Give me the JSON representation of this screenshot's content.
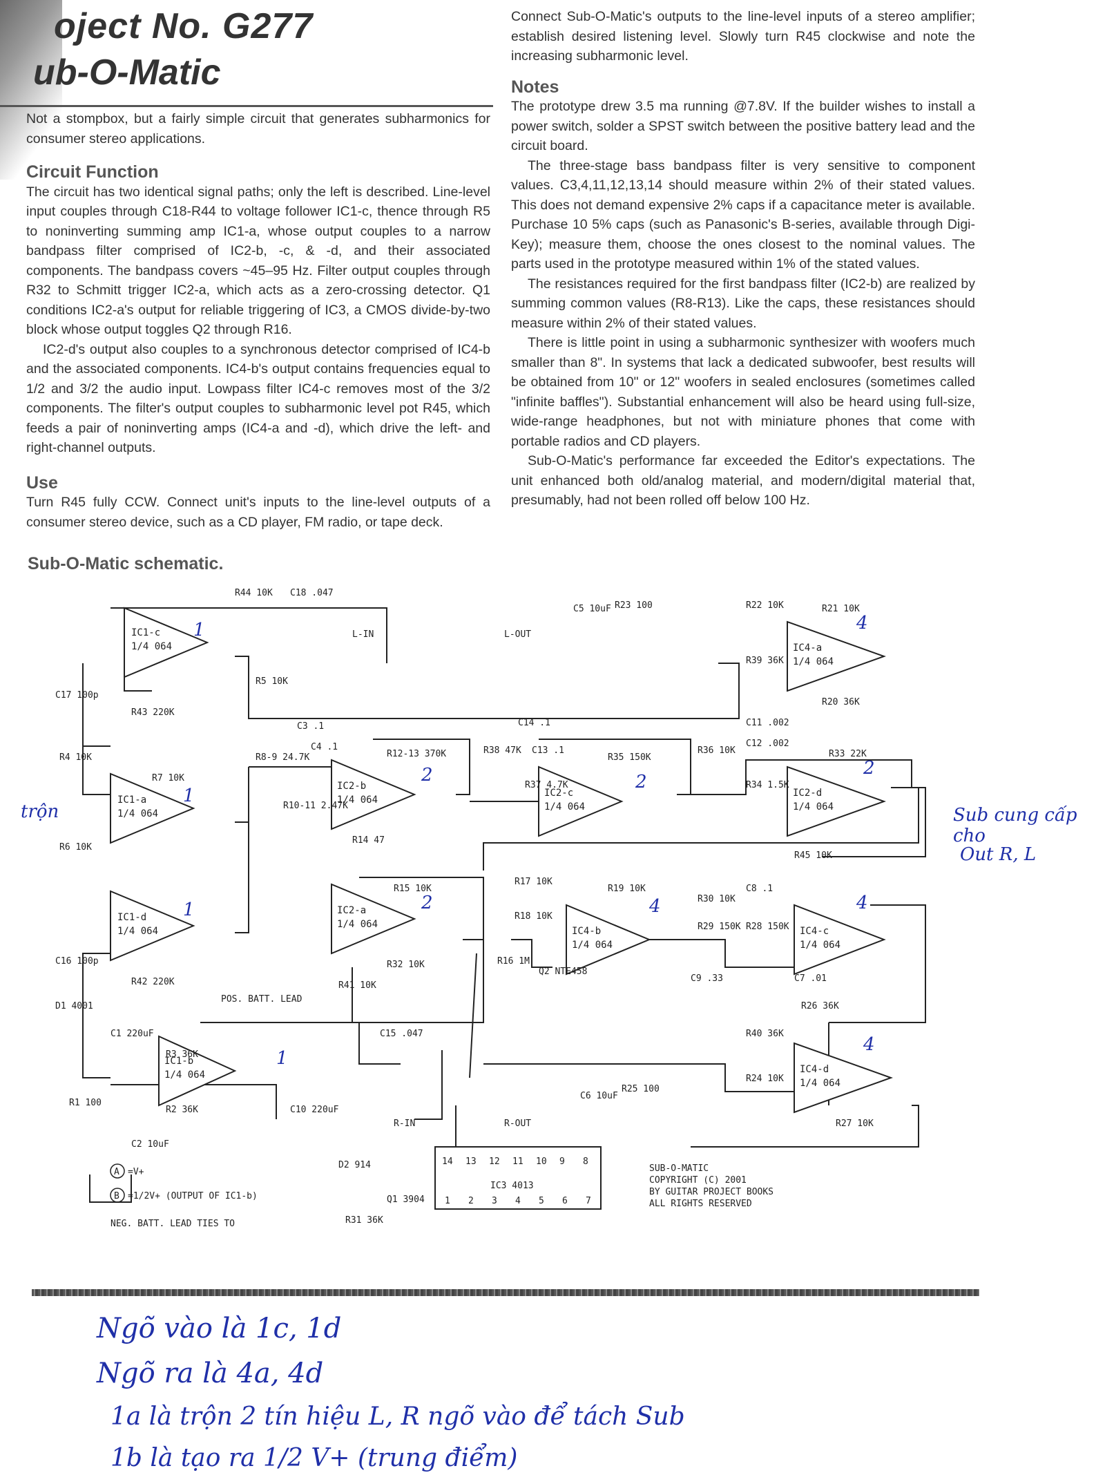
{
  "header": {
    "project_label": "oject No. G277",
    "project_name": "ub-O-Matic"
  },
  "left_column": {
    "intro": "Not a stompbox, but a fairly simple circuit that generates subharmonics for consumer stereo applications.",
    "circuit_function_heading": "Circuit Function",
    "circuit_function_p1": "The circuit has two identical signal paths; only the left is described. Line-level input couples through C18-R44 to voltage follower IC1-c, thence through R5 to noninverting summing amp IC1-a, whose output couples to a narrow bandpass filter comprised of IC2-b, -c, & -d, and their associated components. The bandpass covers ~45–95 Hz. Filter output couples through R32 to Schmitt trigger IC2-a, which acts as a zero-crossing detector. Q1 conditions IC2-a's output for reliable triggering of IC3, a CMOS divide-by-two block whose output toggles Q2 through R16.",
    "circuit_function_p2": "IC2-d's output also couples to a synchronous detector comprised of IC4-b and the associated components. IC4-b's output contains frequencies equal to 1/2 and 3/2 the audio input. Lowpass filter IC4-c removes most of the 3/2 components. The filter's output couples to subharmonic level pot R45, which feeds a pair of noninverting amps (IC4-a and -d), which drive the left- and right-channel outputs.",
    "use_heading": "Use",
    "use_p1": "Turn R45 fully CCW. Connect unit's inputs to the line-level outputs of a consumer stereo device, such as a CD player, FM radio, or tape deck."
  },
  "right_column": {
    "use_p2": "Connect Sub-O-Matic's outputs to the line-level inputs of a stereo amplifier; establish desired listening level. Slowly turn R45 clockwise and note the increasing subharmonic level.",
    "notes_heading": "Notes",
    "notes_p1": "The prototype drew 3.5 ma running @7.8V. If the builder wishes to install a power switch, solder a SPST switch between the positive battery lead and the circuit board.",
    "notes_p2": "The three-stage bass bandpass filter is very sensitive to component values. C3,4,11,12,13,14 should measure within 2% of their stated values. This does not demand expensive 2% caps if a capacitance meter is available. Purchase 10 5% caps (such as Panasonic's B-series, available through Digi-Key); measure them, choose the ones closest to the nominal values. The parts used in the prototype measured within 1% of the stated values.",
    "notes_p3": "The resistances required for the first bandpass filter (IC2-b) are realized by summing common values (R8-R13). Like the caps, these resistances should measure within 2% of their stated values.",
    "notes_p4": "There is little point in using a subharmonic synthesizer with woofers much smaller than 8\". In systems that lack a dedicated subwoofer, best results will be obtained from 10\" or 12\" woofers in sealed enclosures (sometimes called \"infinite baffles\"). Substantial enhancement will also be heard using full-size, wide-range headphones, but not with miniature phones that come with portable radios and CD players.",
    "notes_p5": "Sub-O-Matic's performance far exceeded the Editor's expectations. The unit enhanced both old/analog material, and modern/digital material that, presumably, had not been rolled off below 100 Hz."
  },
  "schematic": {
    "title": "Sub-O-Matic schematic.",
    "opamps": [
      {
        "ref": "IC1-c",
        "part": "1/4 064"
      },
      {
        "ref": "IC1-a",
        "part": "1/4 064"
      },
      {
        "ref": "IC1-d",
        "part": "1/4 064"
      },
      {
        "ref": "IC1-b",
        "part": "1/4 064"
      },
      {
        "ref": "IC2-b",
        "part": "1/4 064"
      },
      {
        "ref": "IC2-a",
        "part": "1/4 064"
      },
      {
        "ref": "IC2-c",
        "part": "1/4 064"
      },
      {
        "ref": "IC2-d",
        "part": "1/4 064"
      },
      {
        "ref": "IC4-a",
        "part": "1/4 064"
      },
      {
        "ref": "IC4-b",
        "part": "1/4 064"
      },
      {
        "ref": "IC4-c",
        "part": "1/4 064"
      },
      {
        "ref": "IC4-d",
        "part": "1/4 064"
      }
    ],
    "labels": {
      "r44": "R44 10K",
      "c18": "C18 .047",
      "lin": "L-IN",
      "r5": "R5 10K",
      "c17": "C17 100p",
      "r43": "R43 220K",
      "r4": "R4 10K",
      "r7": "R7 10K",
      "r6": "R6 10K",
      "c16": "C16 100p",
      "r42": "R42 220K",
      "r89": "R8-9 24.7K",
      "c3": "C3 .1",
      "c4": "C4 .1",
      "r1213": "R12-13 370K",
      "r1011": "R10-11 2.47K",
      "r14": "R14 47",
      "r15": "R15 10K",
      "r32": "R32 10K",
      "r41": "R41 10K",
      "c15": "C15 .047",
      "rin": "R-IN",
      "c10": "C10 220uF",
      "c5": "C5 10uF",
      "r23": "R23 100",
      "lout": "L-OUT",
      "r22": "R22 10K",
      "r21": "R21 10K",
      "r39": "R39 36K",
      "r20": "R20 36K",
      "c14": "C14 .1",
      "r38": "R38 47K",
      "c13": "C13 .1",
      "r35": "R35 150K",
      "r37": "R37 4.7K",
      "c11": "C11 .002",
      "c12": "C12 .002",
      "r36": "R36 10K",
      "r33": "R33 22K",
      "r34": "R34 1.5K",
      "r45": "R45 10K",
      "r17": "R17 10K",
      "r18": "R18 10K",
      "r19": "R19 10K",
      "r16": "R16 1M",
      "q2": "Q2 NTE458",
      "r30": "R30 10K",
      "c8": "C8 .1",
      "r29": "R29 150K",
      "r28": "R28 150K",
      "c9": "C9 .33",
      "c7": "C7 .01",
      "r26": "R26 36K",
      "r40": "R40 36K",
      "r24": "R24 10K",
      "r27": "R27 10K",
      "c6": "C6 10uF",
      "r25": "R25 100",
      "rout": "R-OUT",
      "d1": "D1 4001",
      "c1": "C1 220uF",
      "r3": "R3 36K",
      "r2": "R2 36K",
      "r1": "R1 100",
      "c2": "C2 10uF",
      "posbatt": "POS. BATT. LEAD",
      "d2": "D2 914",
      "q1": "Q1 3904",
      "r31": "R31 36K",
      "ic3": "IC3 4013",
      "legend_a": "=V+",
      "legend_b": "=1/2V+ (OUTPUT OF IC1-b)",
      "neg_batt": "NEG. BATT. LEAD TIES TO",
      "copyright1": "SUB-O-MATIC",
      "copyright2": "COPYRIGHT (C) 2001",
      "copyright3": "BY GUITAR PROJECT BOOKS",
      "copyright4": "ALL RIGHTS RESERVED"
    },
    "ic3_pins_top": [
      "14",
      "13",
      "12",
      "11",
      "10",
      "9",
      "8"
    ],
    "ic3_pins_bottom": [
      "1",
      "2",
      "3",
      "4",
      "5",
      "6",
      "7"
    ]
  },
  "handwriting": {
    "tron": "trộn",
    "sub_note_1": "Sub cung cấp cho",
    "sub_note_2": "Out R, L",
    "line1": "Ngõ vào là 1c, 1d",
    "line2": "Ngõ ra là 4a, 4d",
    "line3": "1a là trộn 2 tín hiệu L, R ngõ vào để tách Sub",
    "line4": "1b là tạo ra 1/2 V+ (trung điểm)"
  },
  "colors": {
    "ink": "#2a2a2a",
    "pen": "#1f2fa8"
  }
}
